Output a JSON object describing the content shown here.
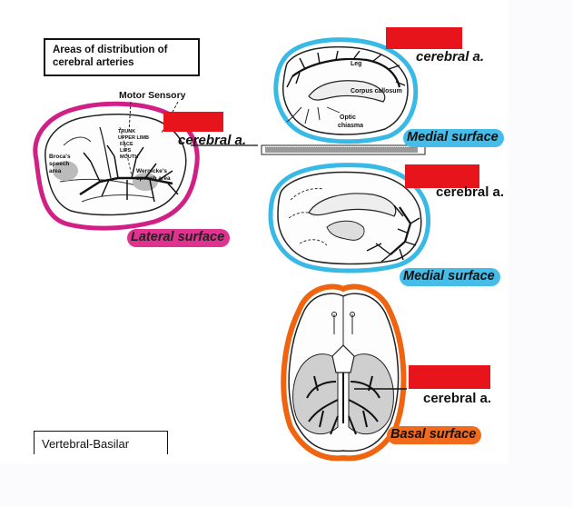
{
  "title": "Areas of distribution of cerebral arteries",
  "labels": {
    "motor_sensory": "Motor  Sensory",
    "trunk": "TRUNK",
    "upper_limb": "UPPER LIMB",
    "face": "FACE",
    "lips": "LIPS",
    "mouth": "MOUTH",
    "brocas_1": "Broca's",
    "brocas_2": "speech",
    "brocas_3": "area",
    "wernicke_1": "Wernicke's",
    "wernicke_2": "speech area",
    "leg": "Leg",
    "corpus_callosum": "Corpus callosum",
    "optic_1": "Optic",
    "optic_2": "chiasma"
  },
  "artery_labels": {
    "lateral": "cerebral a.",
    "medial_top": "cerebral a.",
    "medial_bottom": "cerebral a.",
    "basal": "cerebral a."
  },
  "surfaces": {
    "lateral": "Lateral surface",
    "medial_top": "Medial surface",
    "medial_bottom": "Medial surface",
    "basal": "Basal surface"
  },
  "bottom_box": "Vertebral-Basilar",
  "colors": {
    "redact": "#e8141b",
    "lateral_outline": "#d11f86",
    "medial_outline": "#39b9e6",
    "basal_outline": "#f0640f"
  }
}
